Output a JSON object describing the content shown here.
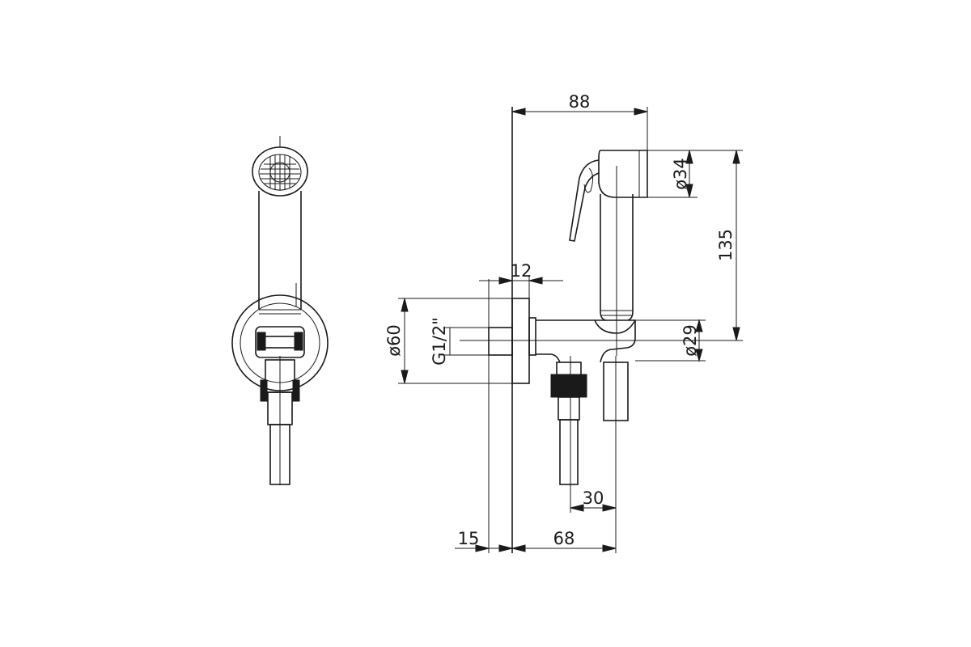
{
  "dimensions": {
    "width_top": "88",
    "diameter_top": "ø34",
    "height": "135",
    "wall_offset": "12",
    "diameter_flange": "ø60",
    "thread": "G1/2\"",
    "diameter_body": "ø29",
    "spacing": "30",
    "left_offset": "15",
    "depth": "68"
  }
}
